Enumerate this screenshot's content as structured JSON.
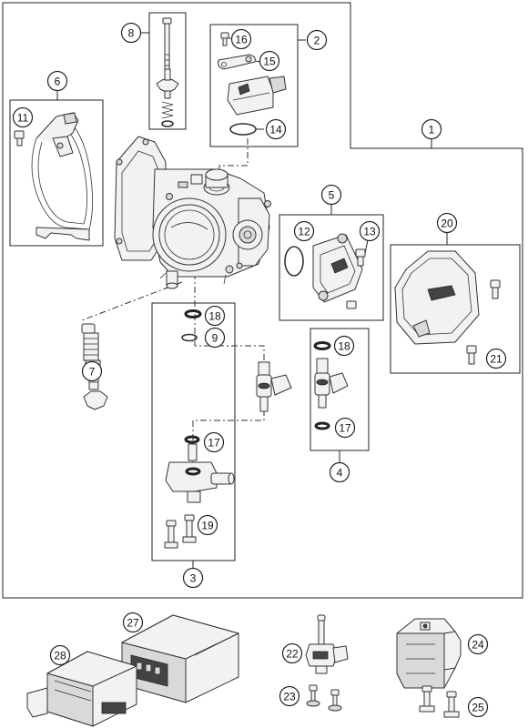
{
  "callouts": [
    {
      "n": "1"
    },
    {
      "n": "2"
    },
    {
      "n": "3"
    },
    {
      "n": "4"
    },
    {
      "n": "5"
    },
    {
      "n": "6"
    },
    {
      "n": "7"
    },
    {
      "n": "8"
    },
    {
      "n": "9"
    },
    {
      "n": "11"
    },
    {
      "n": "12"
    },
    {
      "n": "13"
    },
    {
      "n": "14"
    },
    {
      "n": "15"
    },
    {
      "n": "16"
    },
    {
      "n": "17"
    },
    {
      "n": "17"
    },
    {
      "n": "18"
    },
    {
      "n": "18"
    },
    {
      "n": "19"
    },
    {
      "n": "20"
    },
    {
      "n": "21"
    },
    {
      "n": "22"
    },
    {
      "n": "23"
    },
    {
      "n": "24"
    },
    {
      "n": "25"
    },
    {
      "n": "27"
    },
    {
      "n": "28"
    }
  ],
  "parts": {
    "1": "throttle-body",
    "2": "throttle-position-sensor-kit",
    "3": "injector-kit",
    "4": "injector",
    "5": "map-sensor-kit",
    "6": "bracket-kit",
    "7": "idle-air-adjuster",
    "8": "stop-screw-kit",
    "9": "o-ring",
    "11": "bolt",
    "12": "o-ring",
    "13": "screw",
    "14": "o-ring",
    "15": "lever",
    "16": "screw",
    "17": "o-ring",
    "18": "o-ring",
    "19": "bolt",
    "20": "sensor-cover",
    "21": "screw",
    "22": "sensor",
    "23": "screw",
    "24": "sensor",
    "25": "bolt",
    "27": "control-unit",
    "28": "control-unit"
  }
}
